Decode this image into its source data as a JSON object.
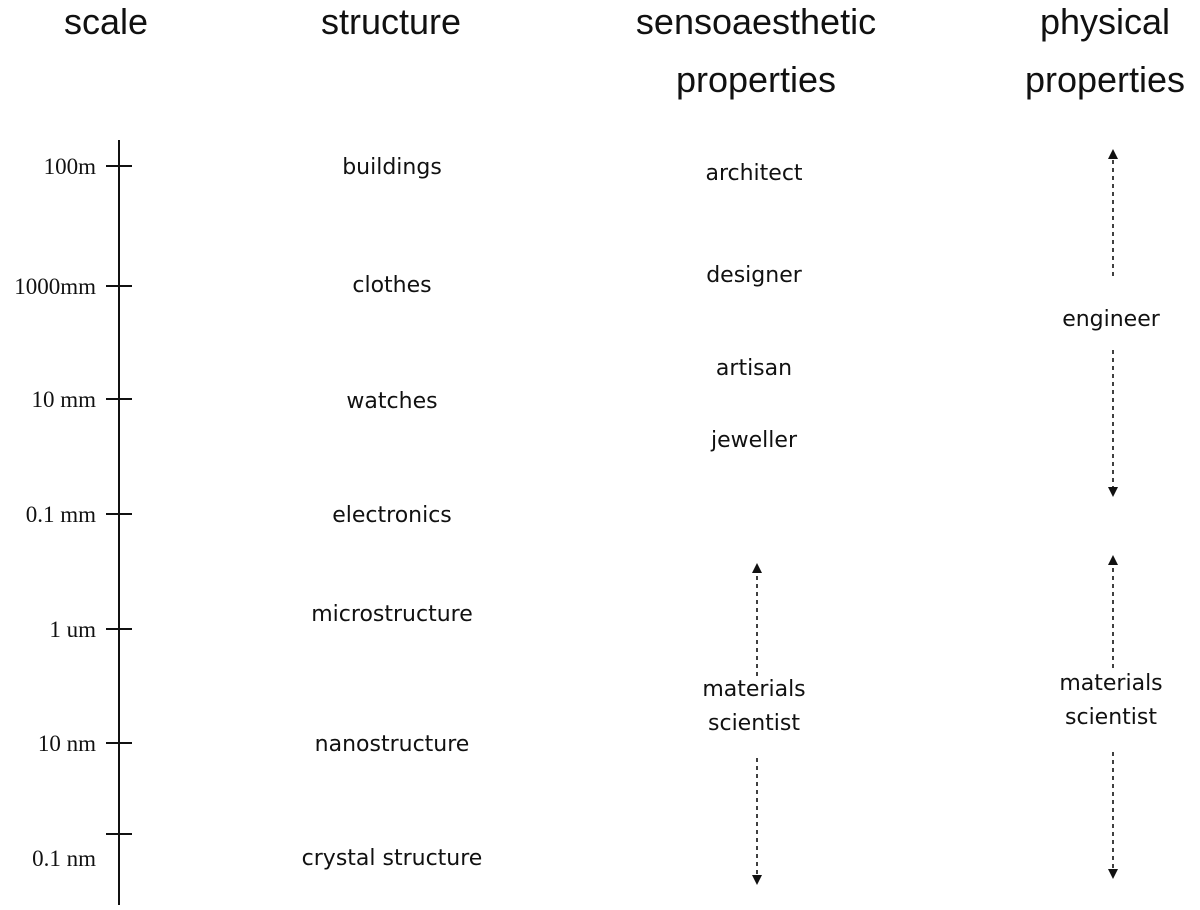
{
  "headers": {
    "scale": "scale",
    "structure": "structure",
    "sensoaesthetic_line1": "sensoaesthetic",
    "sensoaesthetic_line2": "properties",
    "physical_line1": "physical",
    "physical_line2": "properties"
  },
  "scale_labels": [
    "100m",
    "1000mm",
    "10 mm",
    "0.1 mm",
    "1 um",
    "10 nm",
    "0.1 nm"
  ],
  "structures": [
    "buildings",
    "clothes",
    "watches",
    "electronics",
    "microstructure",
    "nanostructure",
    "crystal structure"
  ],
  "sensoaesthetic_roles": [
    "architect",
    "designer",
    "artisan",
    "jeweller"
  ],
  "sensoaesthetic_range": {
    "line1": "materials",
    "line2": "scientist"
  },
  "physical_roles": {
    "engineer": "engineer",
    "materials_line1": "materials",
    "materials_line2": "scientist"
  },
  "colors": {
    "ink": "#111111",
    "background": "#ffffff"
  }
}
